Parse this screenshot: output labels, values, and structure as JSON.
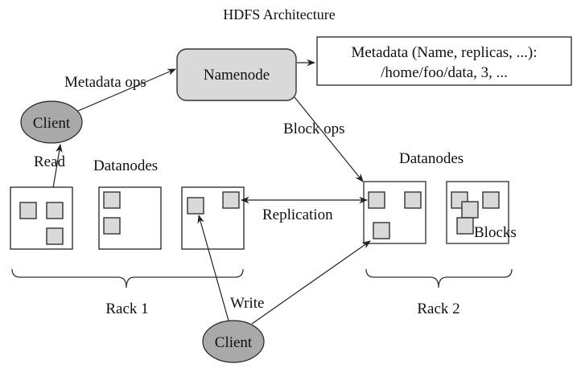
{
  "title": "HDFS Architecture",
  "namenode": {
    "label": "Namenode"
  },
  "metadata": {
    "line1": "Metadata (Name, replicas, ...):",
    "line2": "/home/foo/data, 3, ..."
  },
  "clients": [
    {
      "label": "Client",
      "role": "read"
    },
    {
      "label": "Client",
      "role": "write"
    }
  ],
  "edge_labels": {
    "metadata_ops": "Metadata ops",
    "block_ops": "Block ops",
    "read": "Read",
    "write": "Write",
    "replication": "Replication"
  },
  "racks": [
    {
      "label": "Rack 1",
      "datanodes_label": "Datanodes",
      "datanode_count": 3
    },
    {
      "label": "Rack 2",
      "datanodes_label": "Datanodes",
      "datanode_count": 2
    }
  ],
  "blocks_label": "Blocks",
  "colors": {
    "namenode_fill": "#d9d9d9",
    "client_fill": "#a9a9a9",
    "block_fill": "#d9d9d9",
    "line": "#222222"
  }
}
